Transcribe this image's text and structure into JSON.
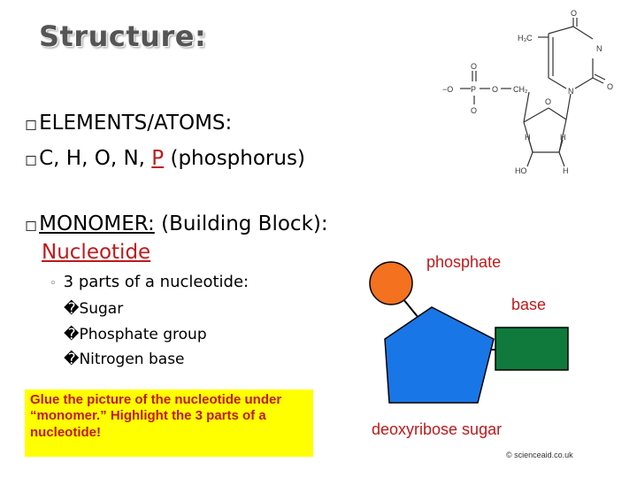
{
  "title": "Structure:",
  "bullets": {
    "glyph": "◻",
    "elements_label": "ELEMENTS/ATOMS:",
    "elements_list": "C, H, O, N,",
    "p_symbol": "P",
    "p_name": "(phosphorus)",
    "monomer_label": "MONOMER:",
    "monomer_desc": "(Building  Block):",
    "monomer_name": "Nucleotide",
    "sub_marker": "◦",
    "parts_intro": "3 parts of a nucleotide:",
    "part_glyph": "�",
    "parts": [
      "Sugar",
      "Phosphate group",
      "Nitrogen base"
    ]
  },
  "instruction": "Glue the picture of the nucleotide under “monomer.”  Highlight the 3 parts of a nucleotide!",
  "chemical_structure": {
    "labels": {
      "o_top": "O",
      "n_right": "N",
      "h3c": "H₃C",
      "o_right": "O",
      "n_bottom": "N",
      "p_o_top": "O",
      "p_o_bottom": "O",
      "minus_o_left": "−O",
      "p": "P",
      "o_link": "O",
      "ch2": "CH₂",
      "ring_o": "O",
      "h_left": "H",
      "h_right": "H",
      "ho": "HO",
      "h_bottom": "H"
    }
  },
  "nucleotide_diagram": {
    "phosphate_label": "phosphate",
    "base_label": "base",
    "sugar_label": "deoxyribose sugar",
    "copyright": "© scienceaid.co.uk",
    "colors": {
      "phosphate": "#f4711f",
      "sugar": "#1976e6",
      "base": "#0f7a3c",
      "label": "#c0191b"
    }
  }
}
